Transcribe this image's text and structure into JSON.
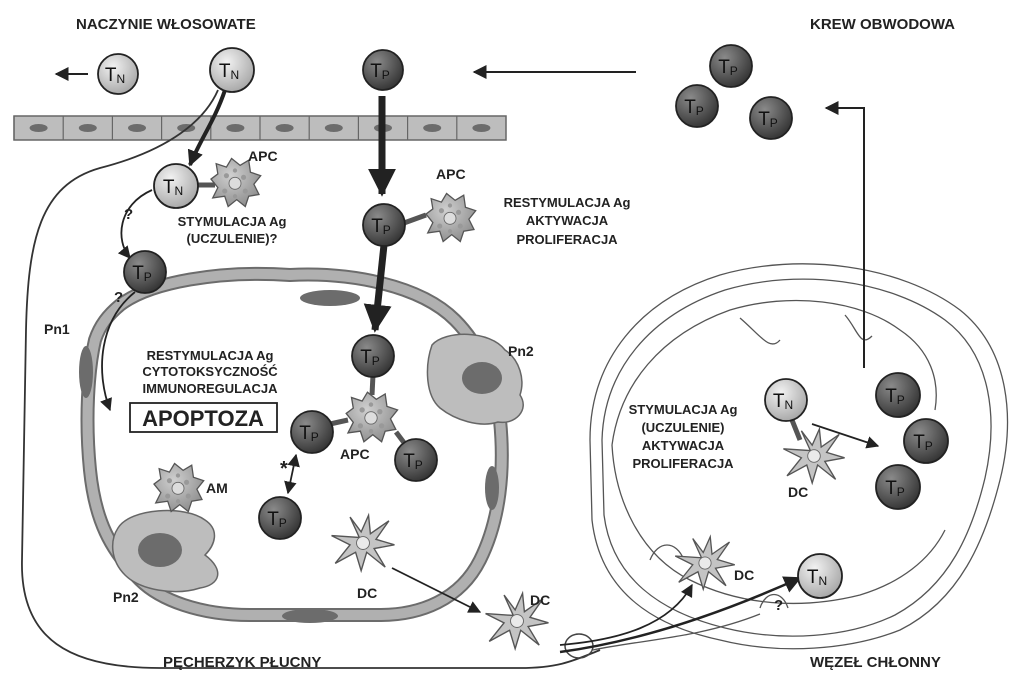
{
  "regions": {
    "capillary": "NACZYNIE WŁOSOWATE",
    "peripheral_blood": "KREW OBWODOWA",
    "alveolus": "PĘCHERZYK PŁUCNY",
    "lymph_node": "WĘZEŁ CHŁONNY"
  },
  "captions": {
    "stim_top": [
      "STYMULACJA Ag",
      "(UCZULENIE)?"
    ],
    "restim_top": [
      "RESTYMULACJA Ag",
      "AKTYWACJA",
      "PROLIFERACJA"
    ],
    "restim_alveolus": [
      "RESTYMULACJA Ag",
      "CYTOTOKSYCZNOŚĆ",
      "IMMUNOREGULACJA"
    ],
    "apoptosis": "APOPTOZA",
    "lymph_node_stim": [
      "STYMULACJA Ag",
      "(UCZULENIE)",
      "AKTYWACJA",
      "PROLIFERACJA"
    ]
  },
  "cell_labels": {
    "apc": "APC",
    "am": "AM",
    "dc": "DC",
    "pn1": "Pn1",
    "pn2": "Pn2"
  },
  "symbols": {
    "question": "?",
    "asterisk": "*"
  },
  "t_cells": {
    "letter": "T",
    "naive_sub": "N",
    "primed_sub": "P"
  },
  "colors": {
    "naive_cell": "#d4d4d4",
    "primed_cell": "#4a4a4a",
    "membrane": "#aaaaaa",
    "nucleus": "#6c6c6c"
  }
}
